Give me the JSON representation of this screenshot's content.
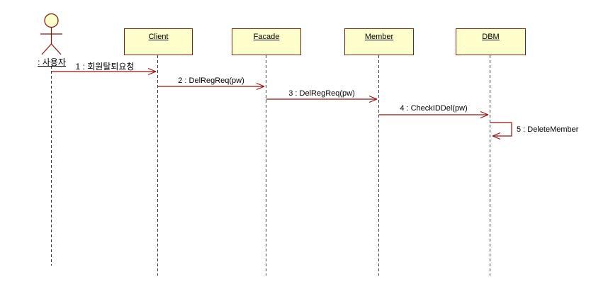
{
  "diagram": {
    "type": "uml-sequence-diagram",
    "actor": {
      "label": ": 사용자"
    },
    "objects": [
      {
        "label": "Client"
      },
      {
        "label": "Facade"
      },
      {
        "label": "Member"
      },
      {
        "label": "DBM"
      }
    ],
    "messages": [
      {
        "seq": 1,
        "label": "1 : 회원탈퇴요청",
        "from": ": 사용자",
        "to": "Client",
        "self_message": false
      },
      {
        "seq": 2,
        "label": "2 : DelRegReq(pw)",
        "from": "Client",
        "to": "Facade",
        "self_message": false
      },
      {
        "seq": 3,
        "label": "3 : DelRegReq(pw)",
        "from": "Facade",
        "to": "Member",
        "self_message": false
      },
      {
        "seq": 4,
        "label": "4 : CheckIDDel(pw)",
        "from": "Member",
        "to": "DBM",
        "self_message": false
      },
      {
        "seq": 5,
        "label": "5 : DeleteMember",
        "from": "DBM",
        "to": "DBM",
        "self_message": true
      }
    ],
    "colors": {
      "background": "#FFFFFF",
      "object_fill": "#FFFFCC",
      "object_border": "#7E1F14",
      "message_arrow": "#991111",
      "lifeline": "#3A3A3A",
      "text": "#000000"
    }
  }
}
